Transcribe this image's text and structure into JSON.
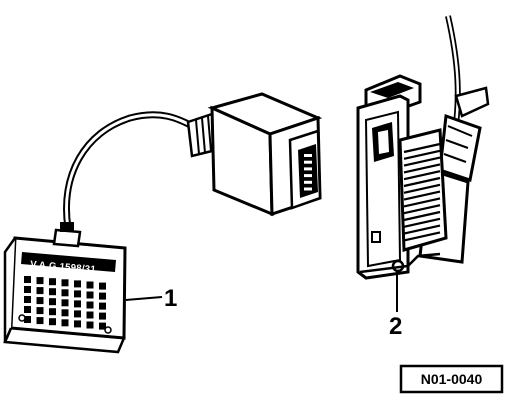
{
  "diagram": {
    "callouts": [
      {
        "id": "1",
        "label": "1"
      },
      {
        "id": "2",
        "label": "2"
      }
    ],
    "tester_box": {
      "nameplate": "V.A.G 1598/31"
    },
    "reference_code": "N01-0040"
  }
}
